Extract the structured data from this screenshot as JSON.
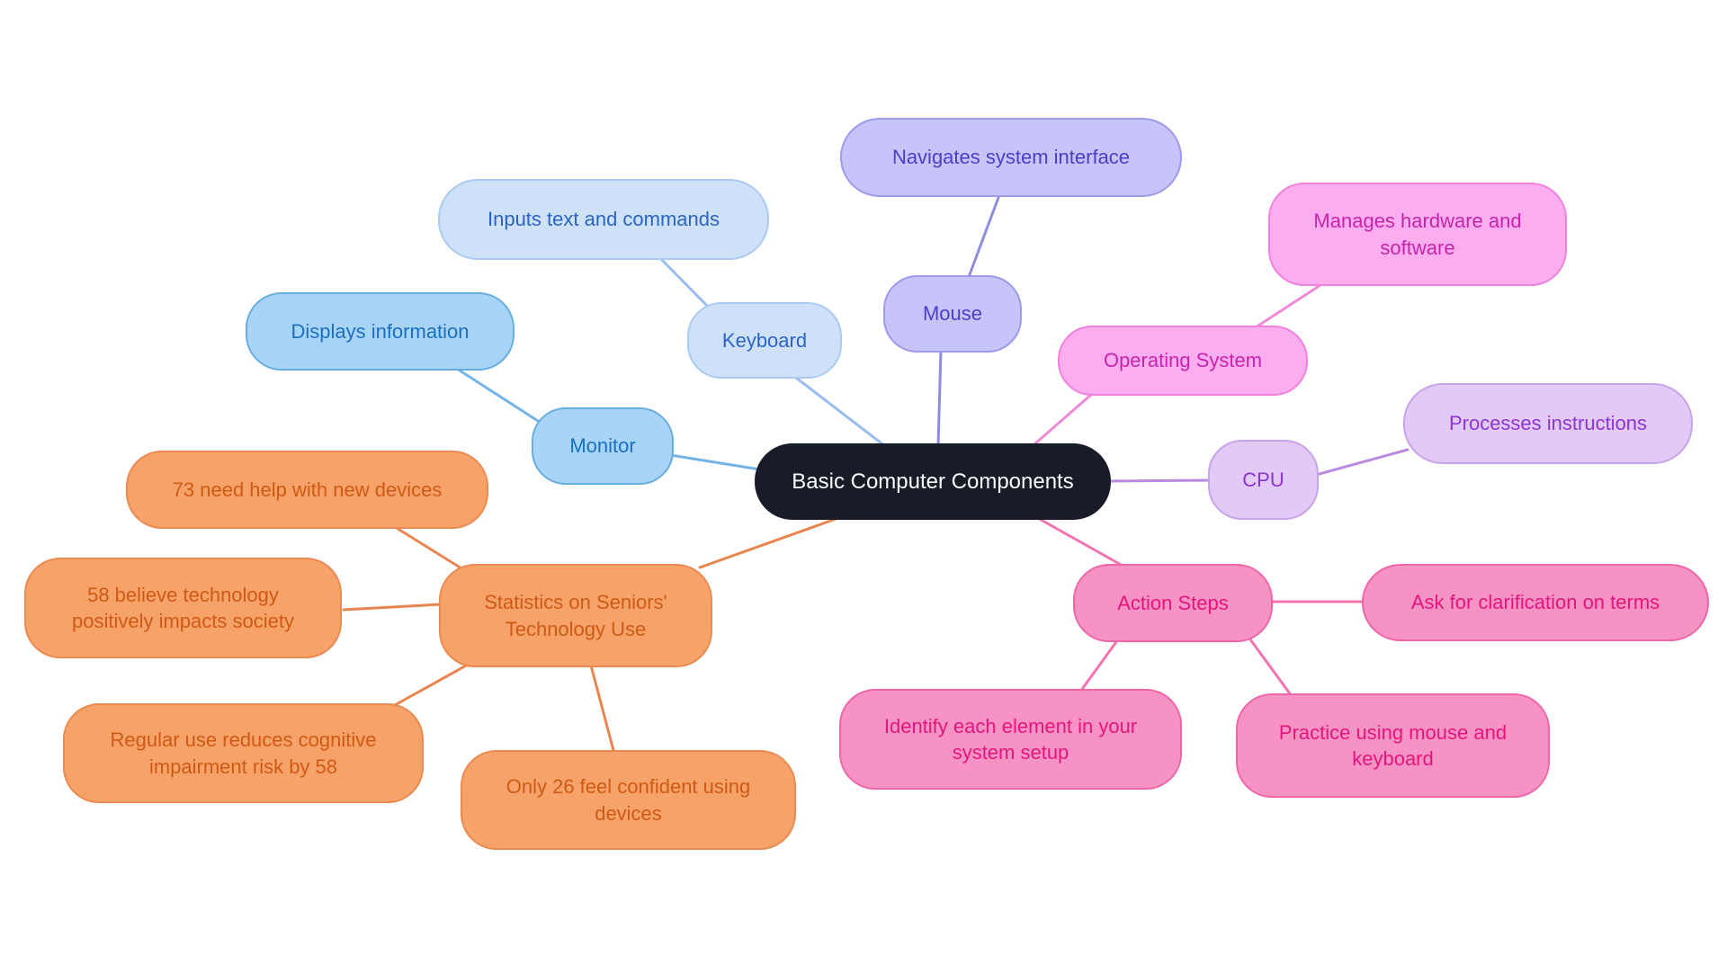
{
  "mindmap": {
    "background_color": "#ffffff",
    "root": {
      "label": "Basic Computer Components",
      "fill": "#171c28",
      "text_color": "#fafbfd"
    },
    "branches": [
      {
        "name": "monitor",
        "label": "Monitor",
        "fill": "#a8d5f7",
        "border": "#67aee0",
        "text_color": "#1a70bf",
        "edge_color": "#74b3e6",
        "children": [
          {
            "label": "Displays information"
          }
        ]
      },
      {
        "name": "keyboard",
        "label": "Keyboard",
        "fill": "#cfe1f8",
        "border": "#a9cbf1",
        "text_color": "#2a65c6",
        "edge_color": "#9bbcee",
        "children": [
          {
            "label": "Inputs text and commands"
          }
        ]
      },
      {
        "name": "mouse",
        "label": "Mouse",
        "fill": "#c6c4f8",
        "border": "#9e9aec",
        "text_color": "#4a40c8",
        "edge_color": "#908ce2",
        "children": [
          {
            "label": "Navigates system interface"
          }
        ]
      },
      {
        "name": "operating-system",
        "label": "Operating System",
        "fill": "#fbadf0",
        "border": "#f182dc",
        "text_color": "#c724ab",
        "edge_color": "#ef8ad8",
        "children": [
          {
            "label": "Manages hardware and software"
          }
        ]
      },
      {
        "name": "cpu",
        "label": "CPU",
        "fill": "#e2c9f6",
        "border": "#c9a3ea",
        "text_color": "#8d35d2",
        "edge_color": "#b98ae0",
        "children": [
          {
            "label": "Processes instructions"
          }
        ]
      },
      {
        "name": "action-steps",
        "label": "Action Steps",
        "fill": "#f792c5",
        "border": "#ee66a8",
        "text_color": "#e4157e",
        "edge_color": "#f273af",
        "children": [
          {
            "label": "Ask for clarification on terms"
          },
          {
            "label": "Identify each element in your system setup"
          },
          {
            "label": "Practice using mouse and keyboard"
          }
        ]
      },
      {
        "name": "statistics",
        "label": "Statistics on Seniors' Technology Use",
        "fill": "#f7a268",
        "border": "#e98a52",
        "text_color": "#cf5a16",
        "edge_color": "#e9854f",
        "children": [
          {
            "label": "73 need help with new devices"
          },
          {
            "label": "58 believe technology positively impacts society"
          },
          {
            "label": "Regular use reduces cognitive impairment risk by 58"
          },
          {
            "label": "Only 26 feel confident using devices"
          }
        ]
      }
    ]
  }
}
